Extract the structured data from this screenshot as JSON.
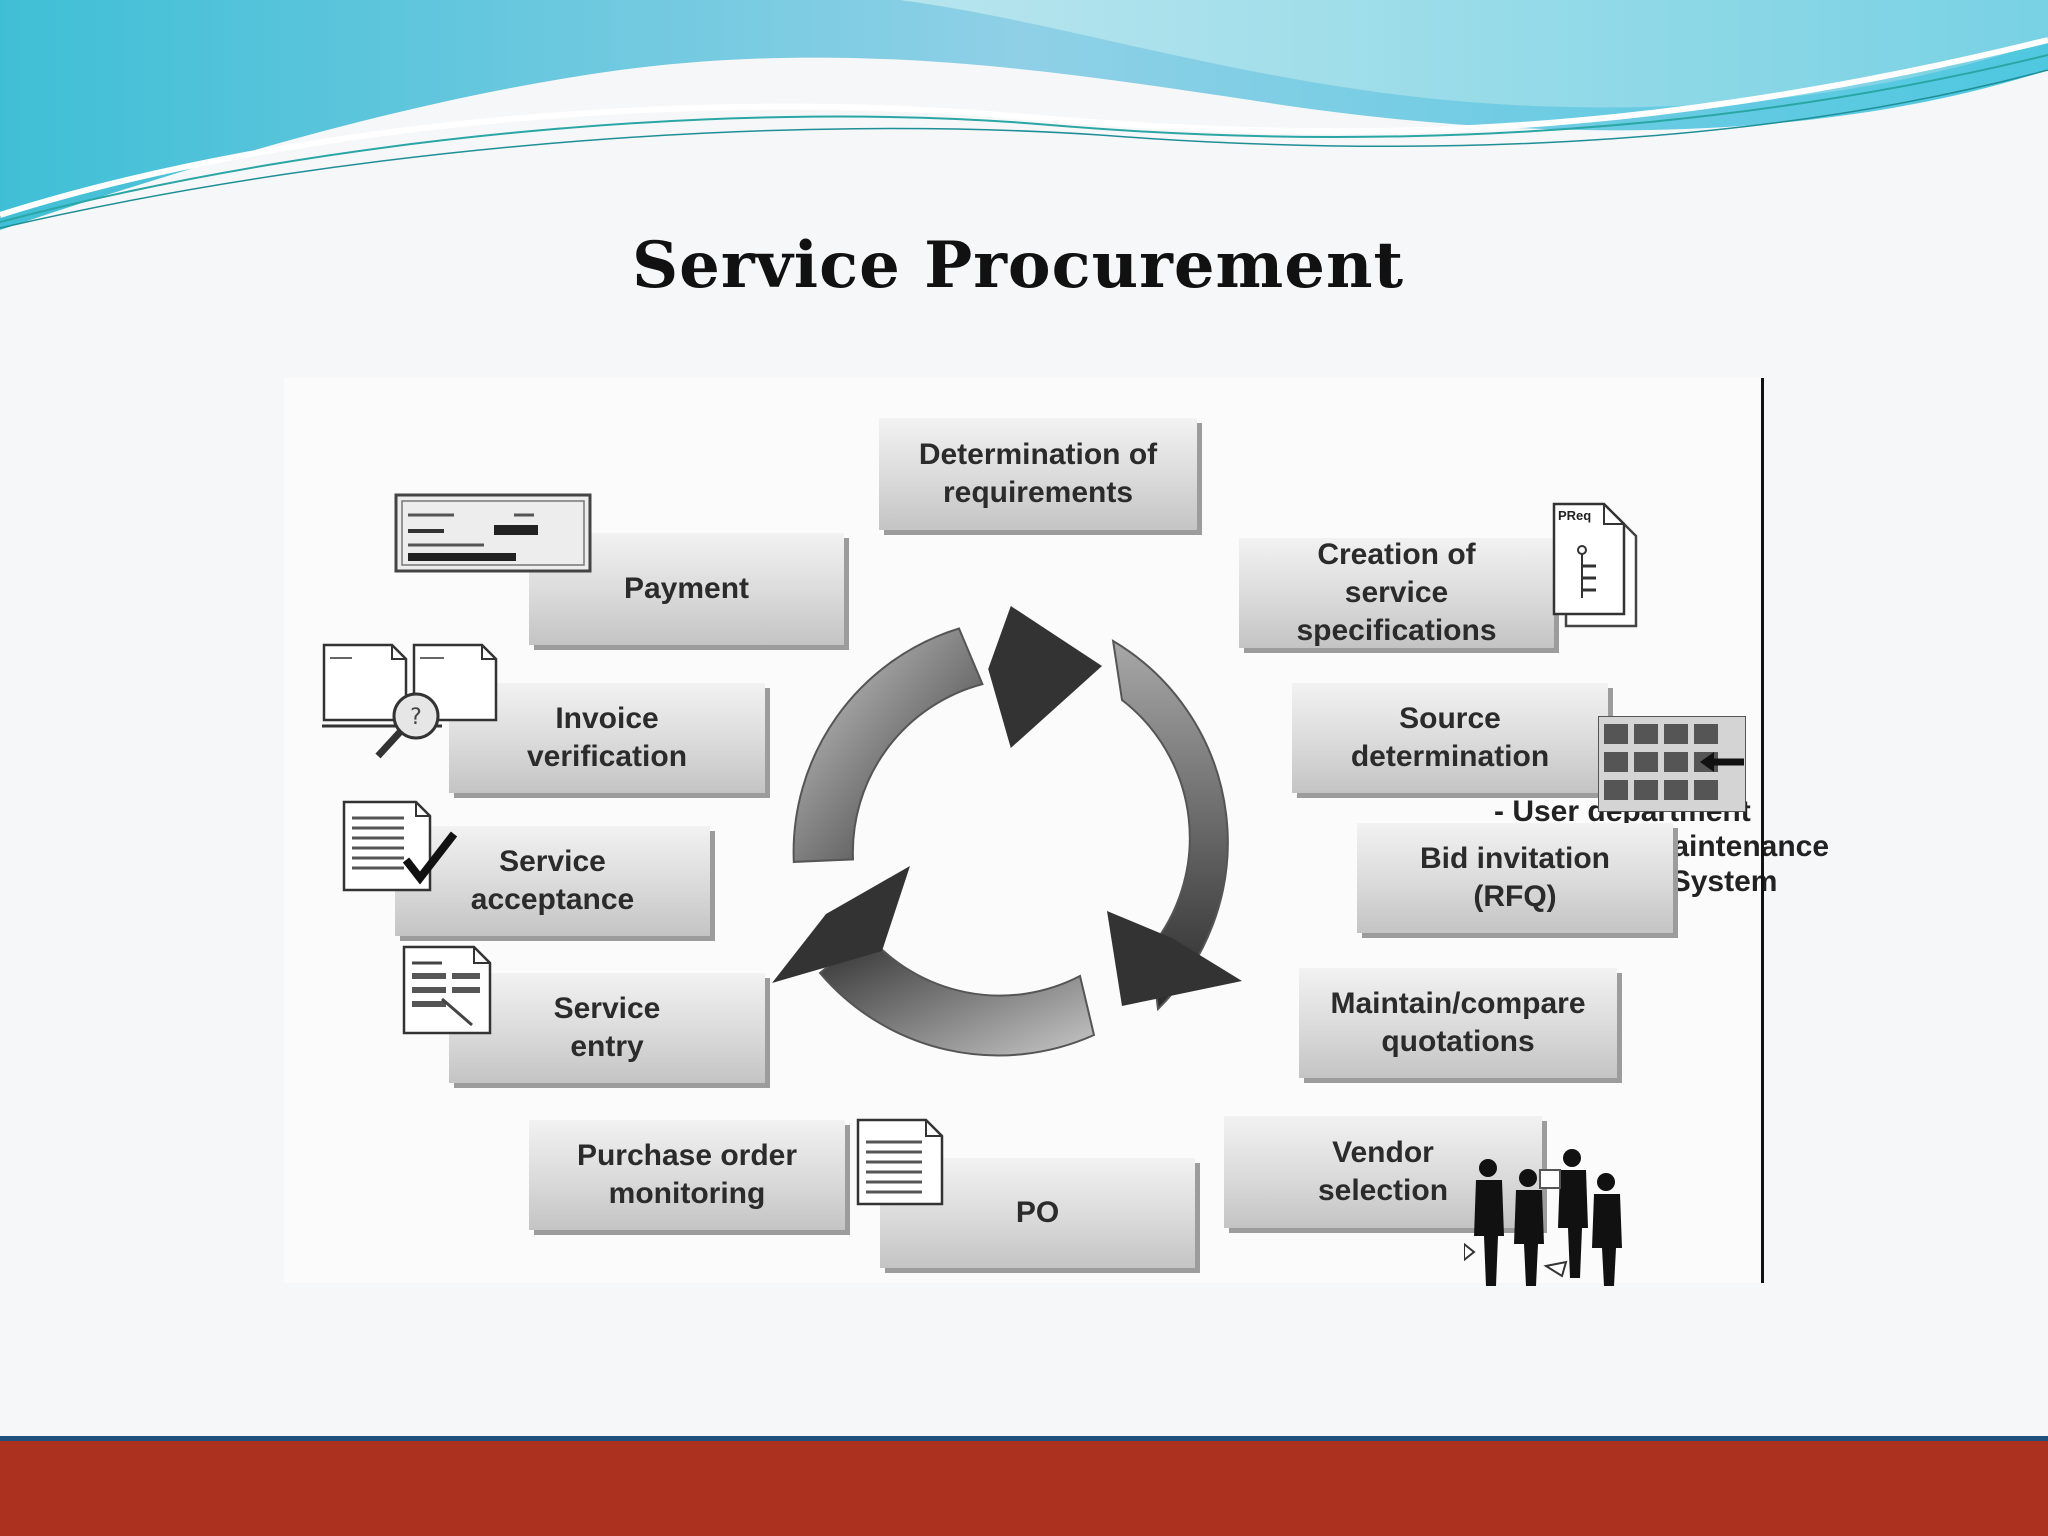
{
  "title": "Service Procurement",
  "colors": {
    "footer_bar": "#ad311f",
    "footer_border": "#1f4f7a",
    "header_teal": "#4fc3d9",
    "title_text": "#111111"
  },
  "diagram": {
    "cycle_arrow_icon": "circular-three-arrow-cycle",
    "steps": {
      "determination": "Determination of\nrequirements",
      "creation": "Creation of\nservice\nspecifications",
      "source": "Source\ndetermination",
      "bid": "Bid invitation\n(RFQ)",
      "maintain": "Maintain/compare\nquotations",
      "vendor": "Vendor\nselection",
      "po": "PO",
      "monitoring": "Purchase order\nmonitoring",
      "entry": "Service\nentry",
      "acceptance": "Service\nacceptance",
      "invoice": "Invoice\nverification",
      "payment": "Payment"
    },
    "requirement_sources": [
      "-  User department",
      "-  PM Plant Maintenance",
      "-  PS Project System"
    ],
    "preq_label": "PReq"
  }
}
